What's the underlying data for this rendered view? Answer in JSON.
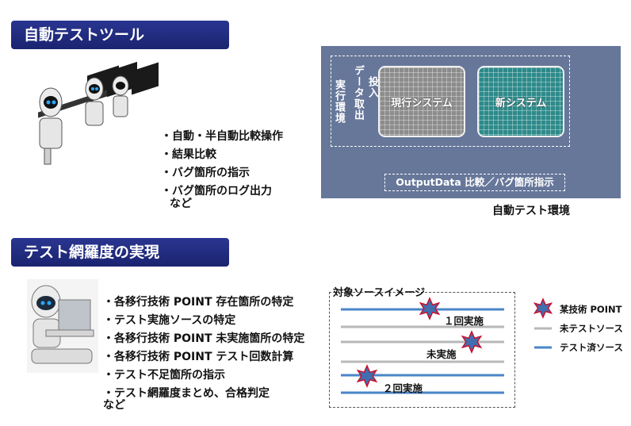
{
  "section1": {
    "title": "自動テストツール",
    "bullets": [
      "・自動・半自動比較操作",
      "・結果比較",
      "・バグ箇所の指示",
      "・バグ箇所のログ出力"
    ],
    "tail": "など"
  },
  "env": {
    "vertical_label": "実行環境",
    "data_col": "データ取出",
    "input_col": "投入",
    "current_system": "現行システム",
    "new_system": "新システム",
    "compare": "OutputData 比較／バグ箇所指示",
    "caption": "自動テスト環境"
  },
  "section2": {
    "title": "テスト網羅度の実現",
    "bullets": [
      "・各移行技術 POINT 存在箇所の特定",
      "・テスト実施ソースの特定",
      "・各移行技術 POINT 未実施箇所の特定",
      "・各移行技術 POINT テスト回数計算",
      "・テスト不足箇所の指示",
      "・テスト網羅度まとめ、合格判定"
    ],
    "tail": "など"
  },
  "source_image": {
    "title": "対象ソースイメージ",
    "labels": {
      "once": "１回実施",
      "untested": "未実施",
      "twice": "２回実施"
    },
    "legend": {
      "point": "某技術 POINT",
      "untested": "未テストソース",
      "tested": "テスト済ソース"
    },
    "colors": {
      "tested": "#4a86c8",
      "untested": "#b8b8b8",
      "star_fill": "#3f6fb0",
      "star_stroke": "#c8102e"
    }
  }
}
